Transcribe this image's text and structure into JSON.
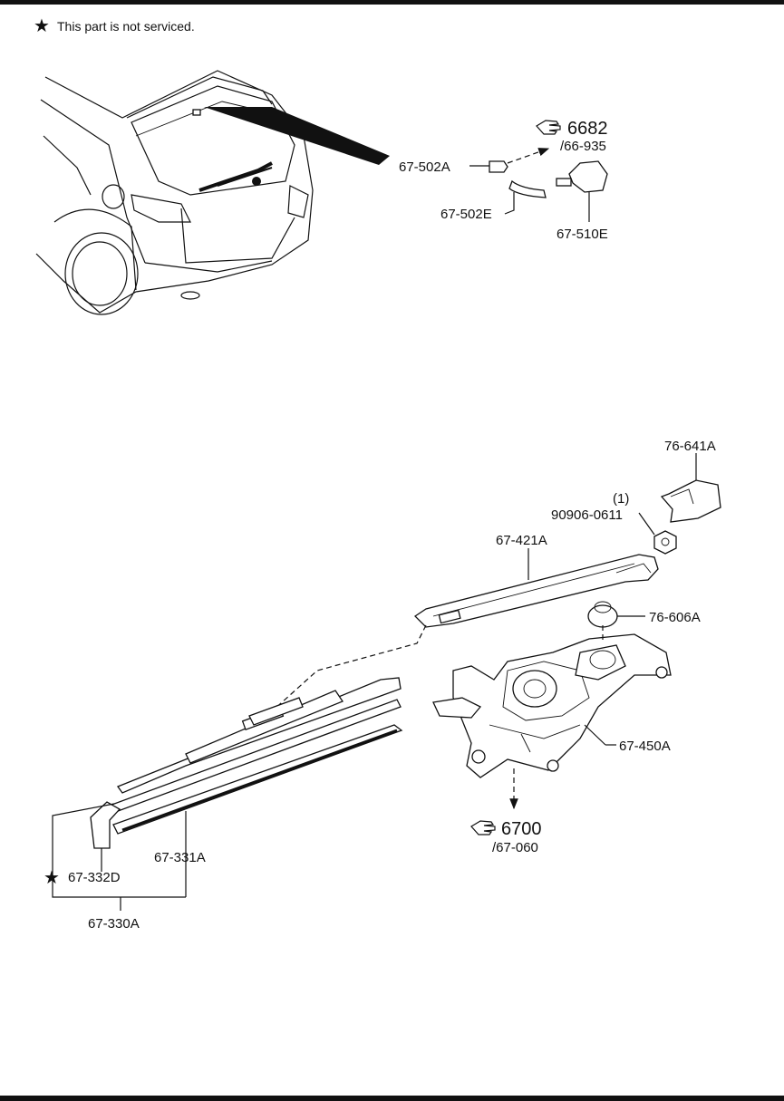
{
  "note": {
    "star": "★",
    "text": "This part is not serviced."
  },
  "labels": {
    "ref_6682": "6682",
    "ref_66_935": "/66-935",
    "p67_502A": "67-502A",
    "p67_502E": "67-502E",
    "p67_510E": "67-510E",
    "p76_641A": "76-641A",
    "qty_1": "(1)",
    "p90906_0611": "90906-0611",
    "p67_421A": "67-421A",
    "p76_606A": "76-606A",
    "p67_450A": "67-450A",
    "ref_6700": "6700",
    "ref_67_060": "/67-060",
    "p67_331A": "67-331A",
    "p67_332D": "67-332D",
    "p67_330A": "67-330A"
  },
  "icons": {
    "star": "star-icon",
    "pointing_hand": "pointing-hand-icon"
  }
}
